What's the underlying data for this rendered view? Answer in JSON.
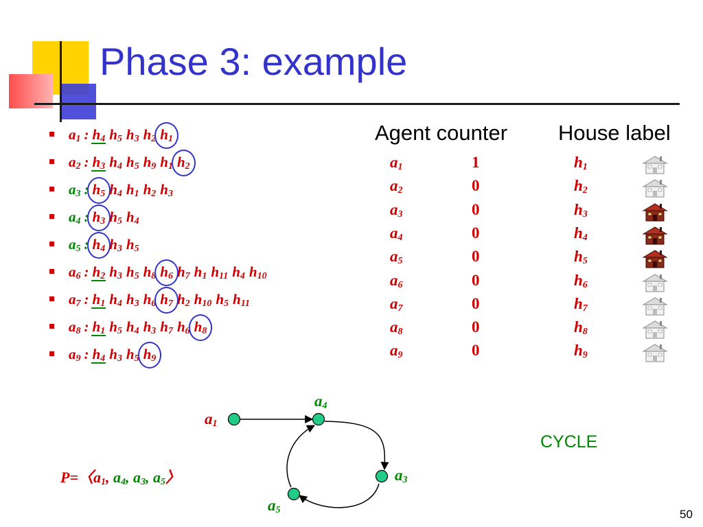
{
  "title": "Phase 3: example",
  "preferences": [
    {
      "agent": "a",
      "agent_sub": "1",
      "agent_color": "red",
      "houses": [
        [
          "h",
          "4",
          "ul"
        ],
        [
          "h",
          "5",
          ""
        ],
        [
          "h",
          "3",
          ""
        ],
        [
          "h",
          "2",
          ""
        ],
        [
          "h",
          "1",
          "circ"
        ]
      ]
    },
    {
      "agent": "a",
      "agent_sub": "2",
      "agent_color": "red",
      "houses": [
        [
          "h",
          "3",
          "ul"
        ],
        [
          "h",
          "4",
          ""
        ],
        [
          "h",
          "5",
          ""
        ],
        [
          "h",
          "9",
          ""
        ],
        [
          "h",
          "1",
          ""
        ],
        [
          "h",
          "2",
          "circ"
        ]
      ]
    },
    {
      "agent": "a",
      "agent_sub": "3",
      "agent_color": "green",
      "houses": [
        [
          "h",
          "5",
          "circ"
        ],
        [
          "h",
          "4",
          ""
        ],
        [
          "h",
          "1",
          ""
        ],
        [
          "h",
          "2",
          ""
        ],
        [
          "h",
          "3",
          ""
        ]
      ]
    },
    {
      "agent": "a",
      "agent_sub": "4",
      "agent_color": "green",
      "houses": [
        [
          "h",
          "3",
          "circ"
        ],
        [
          "h",
          "5",
          ""
        ],
        [
          "h",
          "4",
          ""
        ]
      ]
    },
    {
      "agent": "a",
      "agent_sub": "5",
      "agent_color": "green",
      "houses": [
        [
          "h",
          "4",
          "circ"
        ],
        [
          "h",
          "3",
          ""
        ],
        [
          "h",
          "5",
          ""
        ]
      ]
    },
    {
      "agent": "a",
      "agent_sub": "6",
      "agent_color": "red",
      "houses": [
        [
          "h",
          "2",
          "ul"
        ],
        [
          "h",
          "3",
          ""
        ],
        [
          "h",
          "5",
          ""
        ],
        [
          "h",
          "8",
          ""
        ],
        [
          "h",
          "6",
          "circ"
        ],
        [
          "h",
          "7",
          ""
        ],
        [
          "h",
          "1",
          ""
        ],
        [
          "h",
          "11",
          ""
        ],
        [
          "h",
          "4",
          ""
        ],
        [
          "h",
          "10",
          ""
        ]
      ]
    },
    {
      "agent": "a",
      "agent_sub": "7",
      "agent_color": "red",
      "houses": [
        [
          "h",
          "1",
          "ul"
        ],
        [
          "h",
          "4",
          ""
        ],
        [
          "h",
          "3",
          ""
        ],
        [
          "h",
          "6",
          ""
        ],
        [
          "h",
          "7",
          "circ"
        ],
        [
          "h",
          "2",
          ""
        ],
        [
          "h",
          "10",
          ""
        ],
        [
          "h",
          "5",
          ""
        ],
        [
          "h",
          "11",
          ""
        ]
      ]
    },
    {
      "agent": "a",
      "agent_sub": "8",
      "agent_color": "red",
      "houses": [
        [
          "h",
          "1",
          "ul"
        ],
        [
          "h",
          "5",
          ""
        ],
        [
          "h",
          "4",
          ""
        ],
        [
          "h",
          "3",
          ""
        ],
        [
          "h",
          "7",
          ""
        ],
        [
          "h",
          "6",
          ""
        ],
        [
          "h",
          "8",
          "circ"
        ]
      ]
    },
    {
      "agent": "a",
      "agent_sub": "9",
      "agent_color": "red",
      "houses": [
        [
          "h",
          "4",
          "ul"
        ],
        [
          "h",
          "3",
          ""
        ],
        [
          "h",
          "5",
          ""
        ],
        [
          "h",
          "9",
          "circ"
        ]
      ]
    }
  ],
  "agent_counter_header": "Agent counter",
  "house_label_header": "House label",
  "counters": [
    {
      "agent": "a",
      "sub": "1",
      "count": "1"
    },
    {
      "agent": "a",
      "sub": "2",
      "count": "0"
    },
    {
      "agent": "a",
      "sub": "3",
      "count": "0"
    },
    {
      "agent": "a",
      "sub": "4",
      "count": "0"
    },
    {
      "agent": "a",
      "sub": "5",
      "count": "0"
    },
    {
      "agent": "a",
      "sub": "6",
      "count": "0"
    },
    {
      "agent": "a",
      "sub": "7",
      "count": "0"
    },
    {
      "agent": "a",
      "sub": "8",
      "count": "0"
    },
    {
      "agent": "a",
      "sub": "9",
      "count": "0"
    }
  ],
  "houses": [
    {
      "label": "h",
      "sub": "1",
      "icon": "white-house-icon"
    },
    {
      "label": "h",
      "sub": "2",
      "icon": "white-house-icon"
    },
    {
      "label": "h",
      "sub": "3",
      "icon": "red-house-icon"
    },
    {
      "label": "h",
      "sub": "4",
      "icon": "red-house-icon"
    },
    {
      "label": "h",
      "sub": "5",
      "icon": "red-house-icon"
    },
    {
      "label": "h",
      "sub": "6",
      "icon": "white-house-icon"
    },
    {
      "label": "h",
      "sub": "7",
      "icon": "white-house-icon"
    },
    {
      "label": "h",
      "sub": "8",
      "icon": "white-house-icon"
    },
    {
      "label": "h",
      "sub": "9",
      "icon": "white-house-icon"
    }
  ],
  "graph": {
    "nodes": [
      {
        "id": "a1",
        "label": "a",
        "sub": "1",
        "label_color": "red"
      },
      {
        "id": "a4",
        "label": "a",
        "sub": "4",
        "label_color": "green"
      },
      {
        "id": "a3",
        "label": "a",
        "sub": "3",
        "label_color": "green"
      },
      {
        "id": "a5",
        "label": "a",
        "sub": "5",
        "label_color": "green"
      }
    ],
    "edges": [
      [
        "a1",
        "a4"
      ],
      [
        "a4",
        "a3"
      ],
      [
        "a3",
        "a5"
      ],
      [
        "a5",
        "a4"
      ]
    ],
    "cycle_label": "CYCLE"
  },
  "p_formula": {
    "prefix": "P=",
    "items": [
      [
        "a",
        "1"
      ],
      [
        "a",
        "4"
      ],
      [
        "a",
        "3"
      ],
      [
        "a",
        "5"
      ]
    ]
  },
  "page_number": "50",
  "colors": {
    "title": "#3333cc",
    "red": "#cc0000",
    "green": "#008800",
    "circle": "#3333cc",
    "node": "#22cc88"
  }
}
